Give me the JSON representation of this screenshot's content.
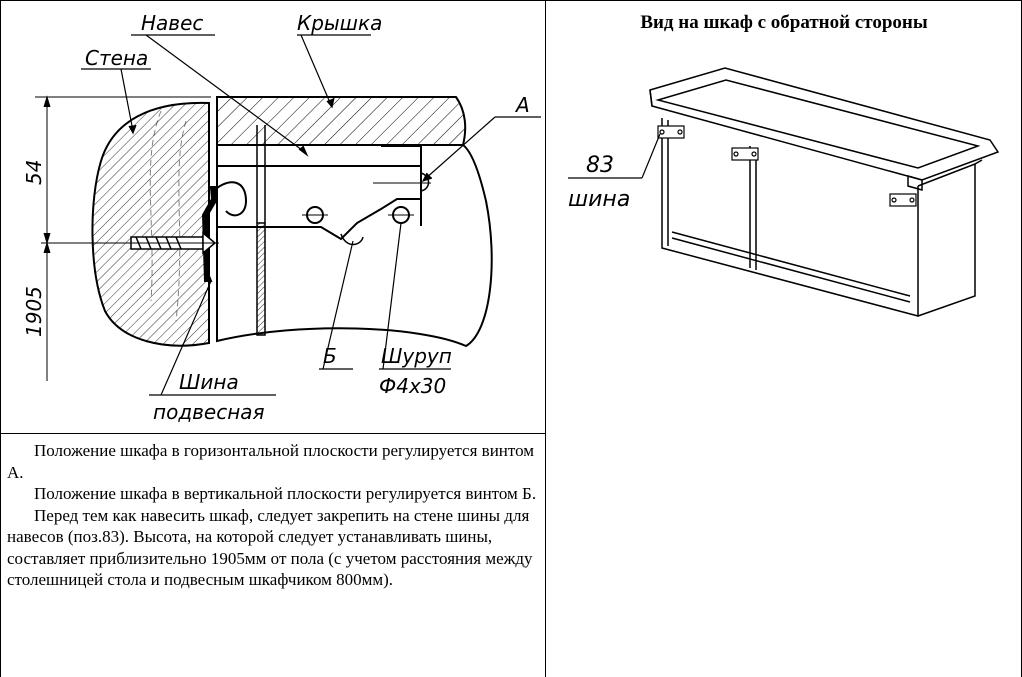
{
  "left_drawing": {
    "label_naves": "Навес",
    "label_kryshka": "Крышка",
    "label_stena": "Стена",
    "label_a": "А",
    "label_b": "Б",
    "label_shurup": "Шуруп",
    "label_shurup_size": "Ф4х30",
    "label_shina": "Шина",
    "label_podvesnaya": "подвесная",
    "dim_54": "54",
    "dim_1905": "1905"
  },
  "right_drawing": {
    "heading": "Вид на шкаф с обратной стороны",
    "label_83": "83",
    "label_shina": "шина"
  },
  "instructions": [
    "Положение шкафа в горизонтальной плоскости регулируется винтом А.",
    "Положение шкафа в вертикальной плоскости регулируется винтом Б.",
    "Перед тем как навесить шкаф, следует закрепить на стене шины для навесов (поз.83). Высота, на которой следует устанавливать шины, составляет приблизительно 1905мм от пола (с учетом расстояния между столешницей стола и подвесным шкафчиком 800мм)."
  ]
}
